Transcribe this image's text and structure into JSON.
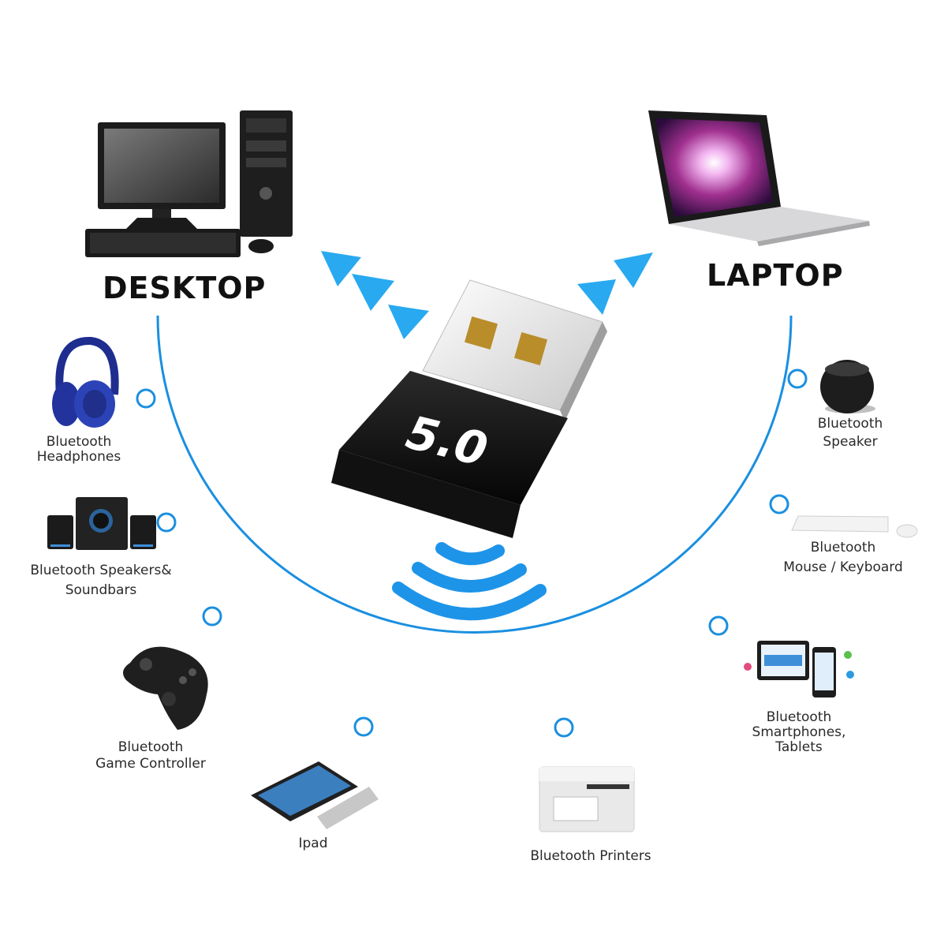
{
  "headings": {
    "desktop": "DESKTOP",
    "laptop": "LAPTOP"
  },
  "adapter": {
    "version_label": "5.0"
  },
  "devices": {
    "headphones": [
      "Bluetooth",
      "Headphones"
    ],
    "speakers": [
      "Bluetooth Speakers&",
      "Soundbars"
    ],
    "controller": [
      "Bluetooth",
      "Game Controller"
    ],
    "ipad": [
      "Ipad"
    ],
    "printers": [
      "Bluetooth Printers"
    ],
    "smartphones": [
      "Bluetooth",
      "Smartphones,",
      "Tablets"
    ],
    "mouse_keyboard": [
      "Bluetooth",
      "Mouse / Keyboard"
    ],
    "speaker": [
      "Bluetooth",
      "Speaker"
    ]
  },
  "colors": {
    "accent": "#1a8fe0",
    "arrow": "#29a9f0",
    "text": "#2a2a2a"
  },
  "icons": [
    "desktop-computer-icon",
    "laptop-icon",
    "usb-adapter-icon",
    "signal-waves-icon",
    "headphones-icon",
    "speaker-set-icon",
    "game-controller-icon",
    "tablet-icon",
    "printer-icon",
    "smartphones-tablets-icon",
    "mouse-keyboard-icon",
    "round-speaker-icon"
  ]
}
